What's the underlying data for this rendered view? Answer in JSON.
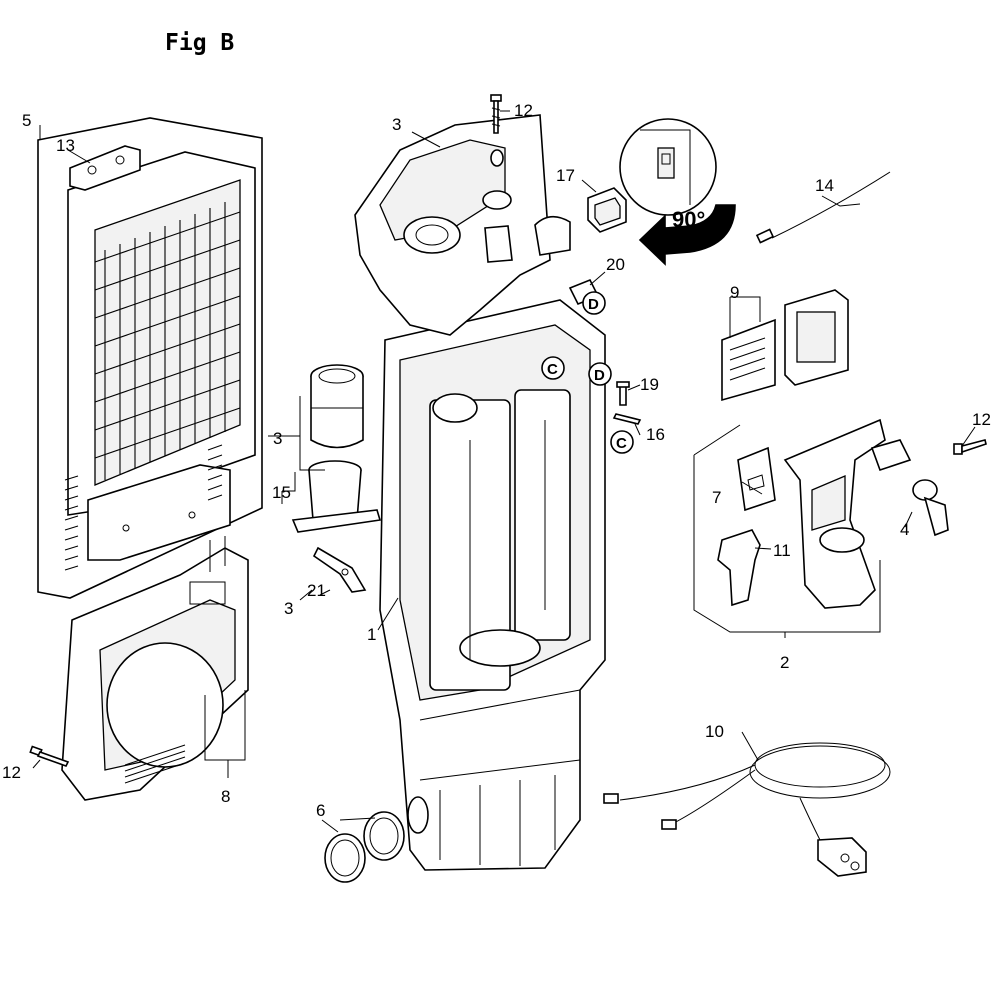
{
  "figure": {
    "title": "Fig B",
    "rotation_label": "90°"
  },
  "callouts": {
    "c1": "1",
    "c2": "2",
    "c3a": "3",
    "c3b": "3",
    "c3c": "3",
    "c4": "4",
    "c5": "5",
    "c6": "6",
    "c7": "7",
    "c8": "8",
    "c9": "9",
    "c10": "10",
    "c11": "11",
    "c12a": "12",
    "c12b": "12",
    "c12c": "12",
    "c13": "13",
    "c14": "14",
    "c15": "15",
    "c16": "16",
    "c17": "17",
    "c19": "19",
    "c20": "20",
    "c21": "21"
  },
  "markers": {
    "c_upper": "C",
    "c_lower": "C",
    "d_upper": "D",
    "d_lower": "D"
  }
}
